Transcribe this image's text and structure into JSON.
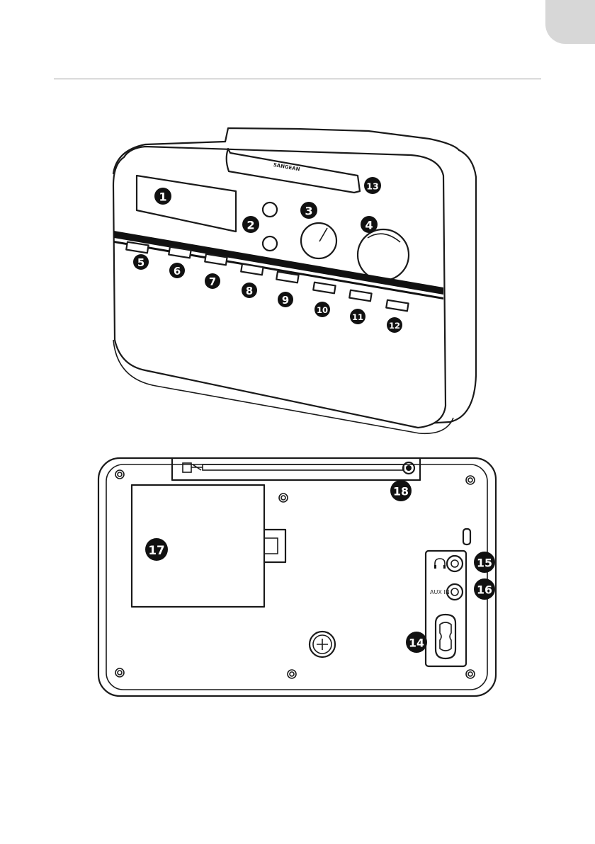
{
  "labels": {
    "brand": "SANGEAN",
    "aux_in": "AUX IN"
  },
  "callouts": [
    "1",
    "2",
    "3",
    "4",
    "5",
    "6",
    "7",
    "8",
    "9",
    "10",
    "11",
    "12",
    "13",
    "14",
    "15",
    "16",
    "17",
    "18"
  ],
  "icons": {
    "headphone": "headphone-icon",
    "screw": "screw-icon",
    "antenna": "telescopic-antenna-icon"
  },
  "colors": {
    "line": "#1a1a1a",
    "callout_fill": "#111111",
    "tab_gray": "#d7d7d7"
  }
}
